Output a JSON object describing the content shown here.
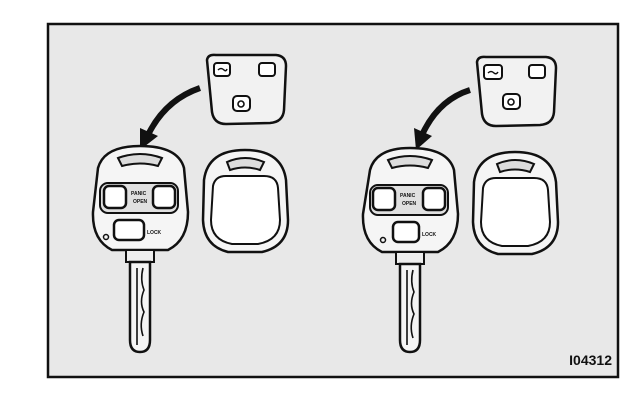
{
  "figure": {
    "id_code": "I04312",
    "button_labels": {
      "panic_line1": "PANIC",
      "panic_line2": "OPEN",
      "lock": "LOCK"
    }
  }
}
